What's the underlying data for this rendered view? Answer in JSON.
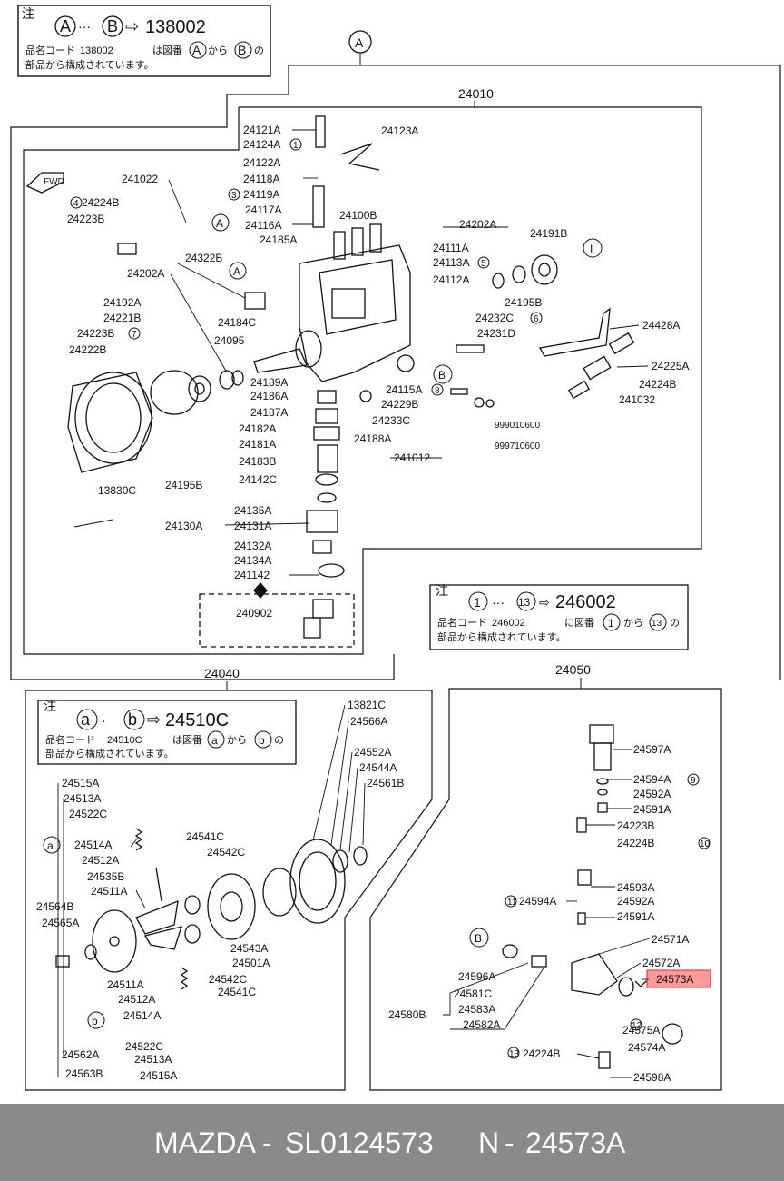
{
  "notes": {
    "main": {
      "tag": "注",
      "from": "A",
      "to": "B",
      "code": "138002",
      "line2_prefix": "品名コード",
      "line2_code": "138002",
      "line2_mid": "は図番",
      "line2_from": "A",
      "line2_kara": "から",
      "line2_to": "B",
      "line2_no": "の",
      "line3": "部品から構成されています。"
    },
    "inner": {
      "tag": "注",
      "from": "1",
      "to": "13",
      "code": "246002",
      "line2_prefix": "品名コード",
      "line2_code": "246002",
      "line2_mid": "に図番",
      "line2_from": "1",
      "line2_kara": "から",
      "line2_to": "13",
      "line2_no": "の",
      "line3": "部品から構成されています。"
    },
    "gov": {
      "tag": "注",
      "from": "a",
      "to": "b",
      "code": "24510C",
      "line2_prefix": "品名コード",
      "line2_code": "24510C",
      "line2_mid": "は図番",
      "line2_from": "a",
      "line2_kara": "から",
      "line2_to": "b",
      "line2_no": "の",
      "line3": "部品から構成されています。"
    }
  },
  "sections": {
    "s24010": "24010",
    "s24040": "24040",
    "s24050": "24050",
    "callout_a": "A",
    "fwd": "FWD"
  },
  "pump_labels": [
    "24121A",
    "24124A",
    "24122A",
    "24118A",
    "24119A",
    "24117A",
    "24116A",
    "24185A",
    "24123A",
    "241022",
    "24224B",
    "24223B",
    "24322B",
    "24202A",
    "24192A",
    "24221B",
    "24223B",
    "24222B",
    "24184C",
    "24095",
    "24189A",
    "24186A",
    "24187A",
    "24182A",
    "24181A",
    "24183B",
    "24142C",
    "24135A",
    "24131A",
    "24130A",
    "24132A",
    "24134A",
    "241142",
    "24195B",
    "13830C",
    "24100B",
    "24202A",
    "24191B",
    "24111A",
    "24113A",
    "24112A",
    "24195B",
    "24232C",
    "24231D",
    "24428A",
    "24225A",
    "24224B",
    "241032",
    "24115A",
    "24229B",
    "24233C",
    "24188A",
    "241012",
    "999010600",
    "999710600",
    "240902"
  ],
  "pump_circles": [
    "1",
    "3",
    "4",
    "7",
    "5",
    "6",
    "8"
  ],
  "gov_labels": [
    "24515A",
    "24513A",
    "24522C",
    "24514A",
    "24512A",
    "24535B",
    "24511A",
    "24564B",
    "24565A",
    "24541C",
    "24542C",
    "24543A",
    "24501A",
    "24542C",
    "24541C",
    "24511A",
    "24512A",
    "24514A",
    "24522C",
    "24513A",
    "24515A",
    "24562A",
    "24563B",
    "13821C",
    "24566A",
    "24552A",
    "24544A",
    "24561B"
  ],
  "gov_circles": [
    "a",
    "b"
  ],
  "right_labels": [
    "24597A",
    "24594A",
    "24592A",
    "24591A",
    "24223B",
    "24224B",
    "24593A",
    "24594A",
    "24592A",
    "24591A",
    "24571A",
    "24572A",
    "24573A",
    "24596A",
    "24581C",
    "24580B",
    "24583A",
    "24582A",
    "24575A",
    "24574A",
    "24224B",
    "24598A"
  ],
  "right_circles": [
    "9",
    "10",
    "11",
    "12",
    "13",
    "B"
  ],
  "highlight": "24573A",
  "footer": {
    "brand": "MAZDA",
    "part_no": "SL0124573",
    "ref_prefix": "N",
    "ref_code": "24573A"
  },
  "colors": {
    "highlight": "#ff9a9a",
    "footer_bg": "#8a8a8a"
  }
}
